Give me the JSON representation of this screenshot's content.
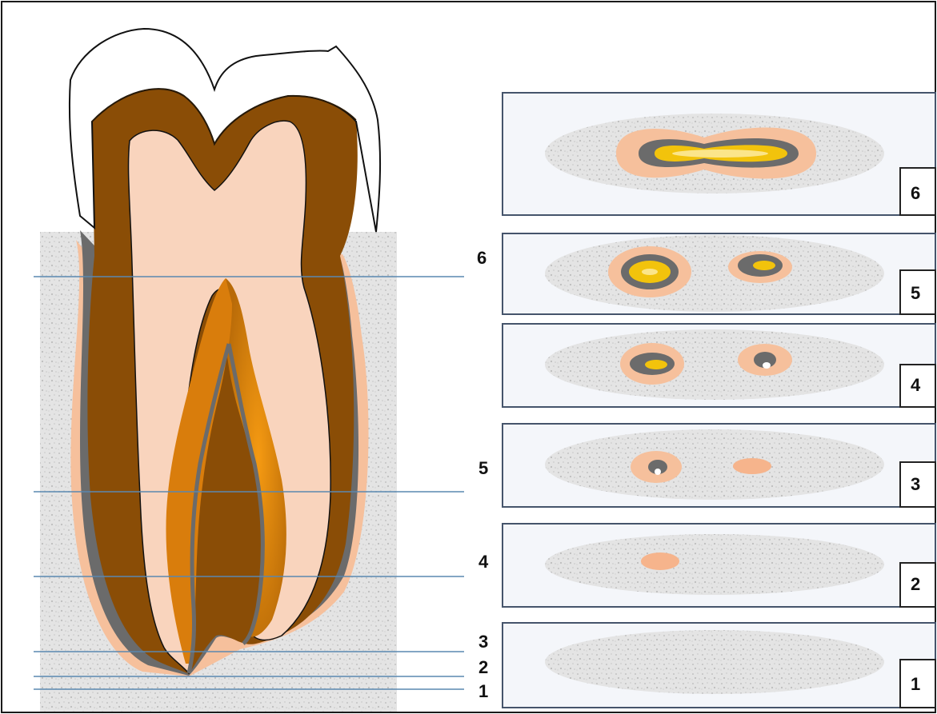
{
  "colors": {
    "frame": "#1a1a1a",
    "enamel": "#ffffff",
    "dentin": "#8a4d06",
    "pulp": "#f9d4bd",
    "root_canal": "#e68a10",
    "cementum": "#6b6b6b",
    "gingiva": "#f6c09c",
    "bone": "#e3e3e3",
    "bone_speckle": "#bdbdbd",
    "guide_line": "#5a88b0",
    "lesion_yellow": "#f2c30c",
    "lesion_light": "#fbe58a",
    "panel_fill": "#f4f6fa",
    "panel_border": "#45546b"
  },
  "level_labels": [
    {
      "text": "6",
      "level": 6
    },
    {
      "text": "5",
      "level": 5
    },
    {
      "text": "4",
      "level": 4
    },
    {
      "text": "3",
      "level": 3
    },
    {
      "text": "2",
      "level": 2
    },
    {
      "text": "1",
      "level": 1
    }
  ],
  "panels": [
    {
      "label": "6",
      "level": 6
    },
    {
      "label": "5",
      "level": 5
    },
    {
      "label": "4",
      "level": 4
    },
    {
      "label": "3",
      "level": 3
    },
    {
      "label": "2",
      "level": 2
    },
    {
      "label": "1",
      "level": 1
    }
  ]
}
